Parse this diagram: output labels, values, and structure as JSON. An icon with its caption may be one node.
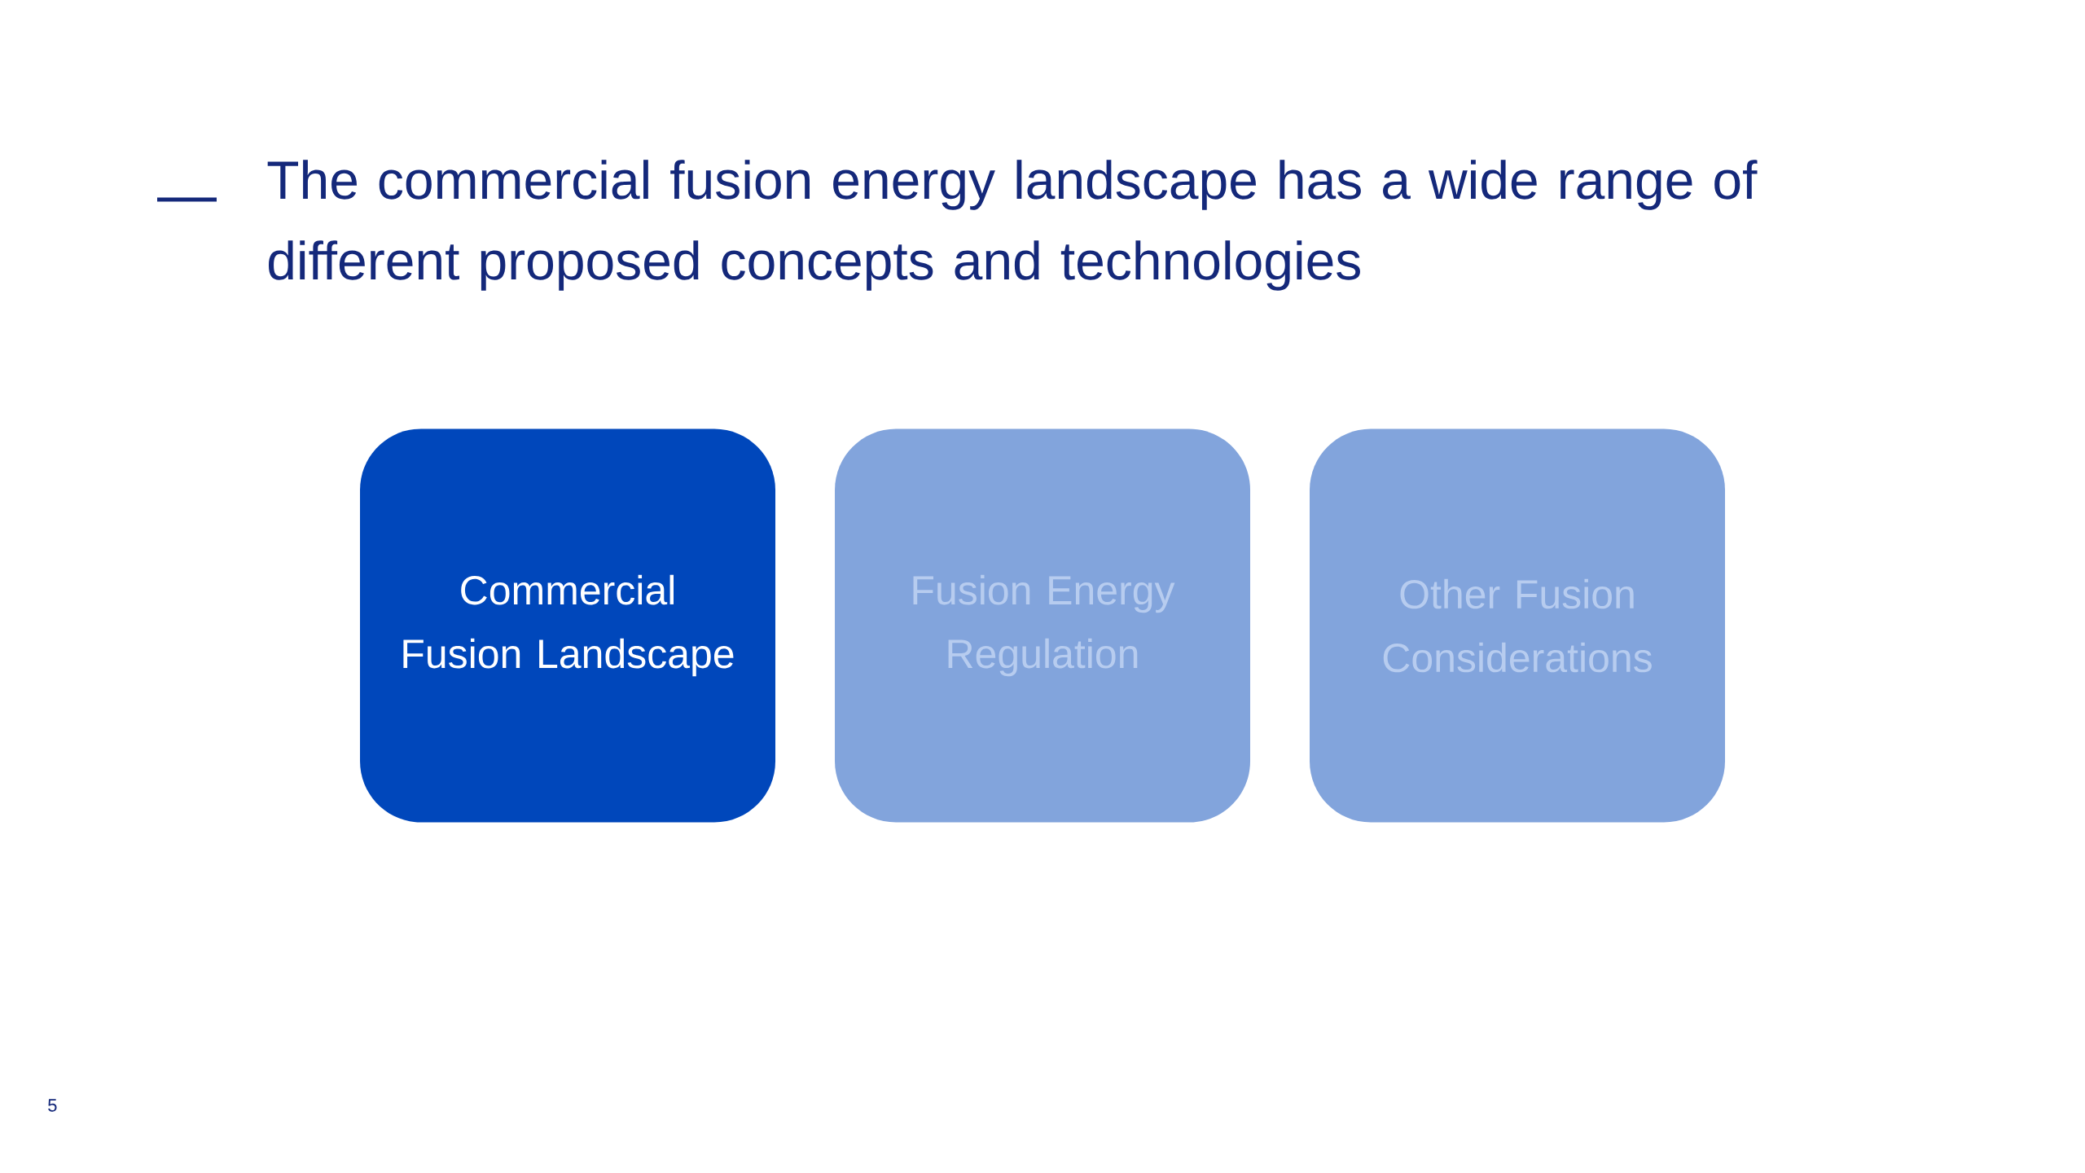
{
  "diagram": {
    "title": "The commercial fusion energy landscape has a wide range of different proposed concepts and technologies",
    "nodes": [
      {
        "text": [
          "Commercial Fusion Landscape"
        ]
      },
      {
        "text": [
          "Fusion Energy Regulation"
        ]
      },
      {
        "text": [
          "Other Fusion Considerations"
        ]
      }
    ],
    "labels": [
      "5"
    ]
  }
}
